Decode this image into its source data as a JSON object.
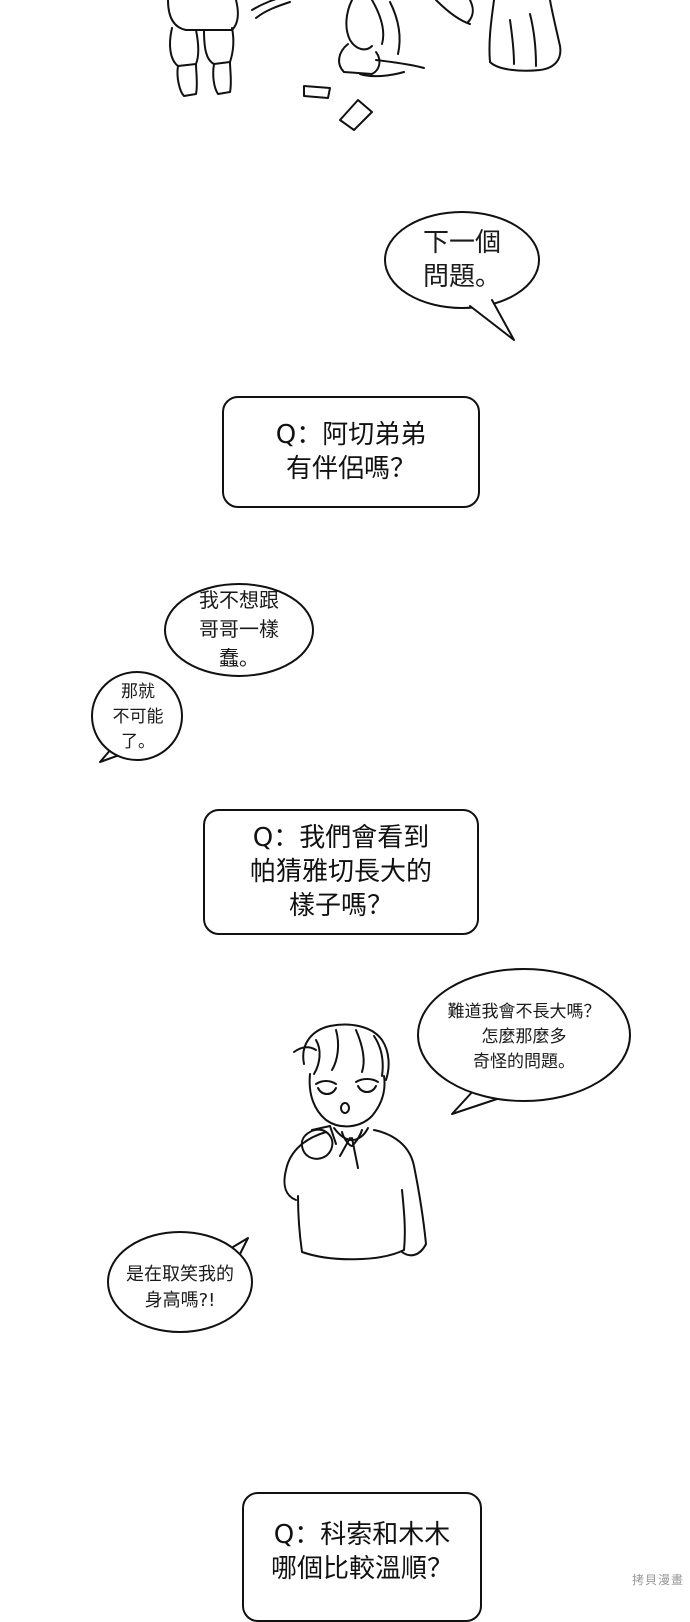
{
  "bubbles": {
    "next_question": "下一個\n問題。",
    "dont_want": "我不想跟\n哥哥一樣\n蠢。",
    "then_impossible": "那就\n不可能\n了。",
    "wont_grow": "難道我會不長大嗎？\n怎麼那麼多\n奇怪的問題。",
    "mocking_height": "是在取笑我的\n身高嗎?!"
  },
  "questions": {
    "q1": "Q：阿切弟弟\n有伴侶嗎？",
    "q2": "Q：我們會看到\n帕猜雅切長大的\n樣子嗎？",
    "q3": "Q：科索和木木\n哪個比較溫順？"
  },
  "watermark": "拷貝漫畫",
  "colors": {
    "ink": "#111111",
    "paper": "#ffffff"
  }
}
